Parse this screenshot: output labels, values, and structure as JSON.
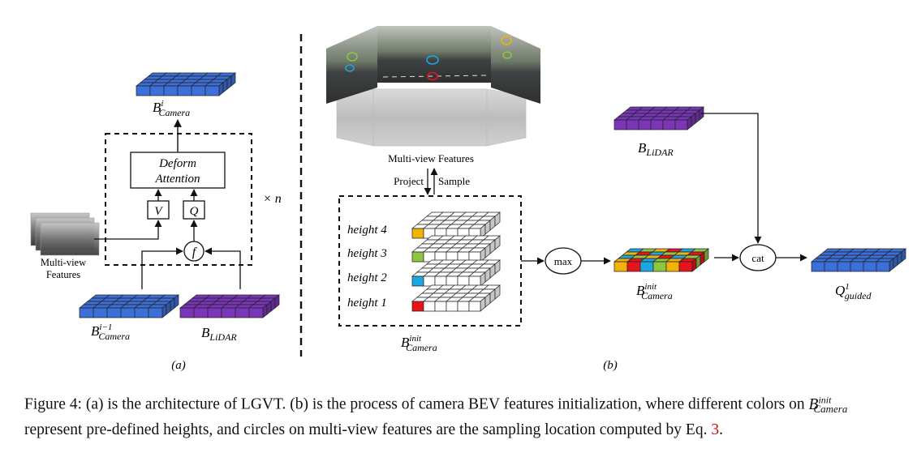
{
  "panel_a": {
    "top_tensor_label": "B",
    "top_tensor_sup": "i",
    "top_tensor_sub": "Camera",
    "deform_line1": "Deform",
    "deform_line2": "Attention",
    "v_label": "V",
    "q_label": "Q",
    "f_label": "f",
    "repeat_label": "× n",
    "mv_line1": "Multi-view",
    "mv_line2": "Features",
    "cam_prev_label": "B",
    "cam_prev_sup": "i−1",
    "cam_prev_sub": "Camera",
    "lidar_label": "B",
    "lidar_sub": "LiDAR",
    "panel_label": "(a)"
  },
  "panel_b": {
    "mv_label": "Multi-view Features",
    "project_label": "Project",
    "sample_label": "Sample",
    "heights": [
      "height 4",
      "height 3",
      "height 2",
      "height 1"
    ],
    "height_colors": [
      "#f3b10b",
      "#8dc63f",
      "#1ca7e0",
      "#e8141b"
    ],
    "init_label": "B",
    "init_sup": "init",
    "init_sub": "Camera",
    "max_label": "max",
    "cat_label": "cat",
    "lidar_label": "B",
    "lidar_sub": "LiDAR",
    "init2_label": "B",
    "init2_sup": "init",
    "init2_sub": "Camera",
    "q_label": "Q",
    "q_sup": "1",
    "q_sub": "guided",
    "panel_label": "(b)"
  },
  "colors": {
    "blue": "#3d6fd8",
    "purple": "#7a35b8",
    "mosaic": [
      "#e8141b",
      "#f3b10b",
      "#8dc63f",
      "#1ca7e0"
    ]
  },
  "caption": {
    "part1": "Figure 4: (a) is the architecture of LGVT. (b) is the process of camera BEV features initialization, where different colors on",
    "math_base": "B",
    "math_sup": "init",
    "math_sub": "Camera",
    "part2": " represent pre-defined heights, and circles on multi-view features are the sampling location computed by Eq. ",
    "ref": "3",
    "part3": "."
  }
}
